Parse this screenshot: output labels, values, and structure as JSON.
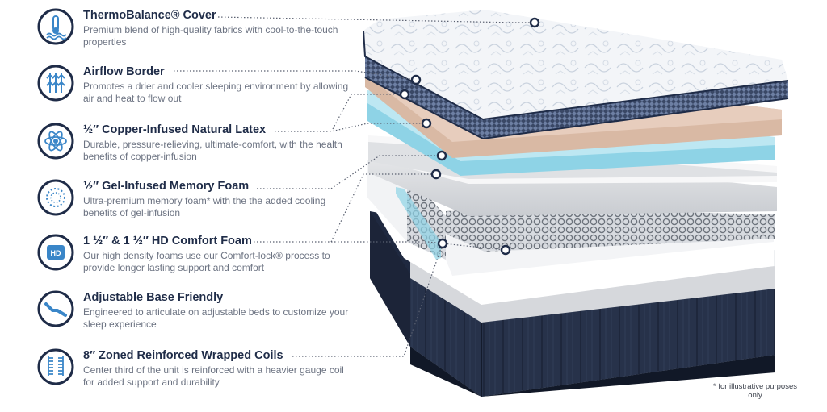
{
  "features": [
    {
      "title": "ThermoBalance® Cover",
      "desc": "Premium blend of high-quality fabrics with cool-to-the-touch properties",
      "icon": "thermometer-waves-icon"
    },
    {
      "title": "Airflow Border",
      "desc": "Promotes a drier and cooler sleeping environment by allowing air and heat to flow out",
      "icon": "airflow-arrows-icon"
    },
    {
      "title": "½″ Copper-Infused Natural Latex",
      "desc": "Durable, pressure-relieving, ultimate-comfort, with the health benefits of copper-infusion",
      "icon": "atom-icon"
    },
    {
      "title": "½″ Gel-Infused Memory Foam",
      "desc": "Ultra-premium memory foam* with the the added cooling benefits of gel-infusion",
      "icon": "gel-ring-icon"
    },
    {
      "title": "1 ½″ & 1 ½″ HD Comfort Foam",
      "desc": "Our high density foams use our Comfort-lock® process to provide longer lasting support and comfort",
      "icon": "hd-badge-icon",
      "badge": "HD"
    },
    {
      "title": "Adjustable Base Friendly",
      "desc": "Engineered to articulate on adjustable beds to customize your sleep experience",
      "icon": "adjustable-base-icon"
    },
    {
      "title": "8″ Zoned Reinforced Wrapped Coils",
      "desc": "Center third of the unit is reinforced with a heavier gauge coil for added support and durability",
      "icon": "coil-icon"
    }
  ],
  "footnote": "* for illustrative purposes only",
  "colors": {
    "navy": "#1f2c48",
    "icon_blue": "#3a86c8",
    "copper": "#d9b9a4",
    "gel": "#8ed3e6",
    "base": "#27324a"
  }
}
